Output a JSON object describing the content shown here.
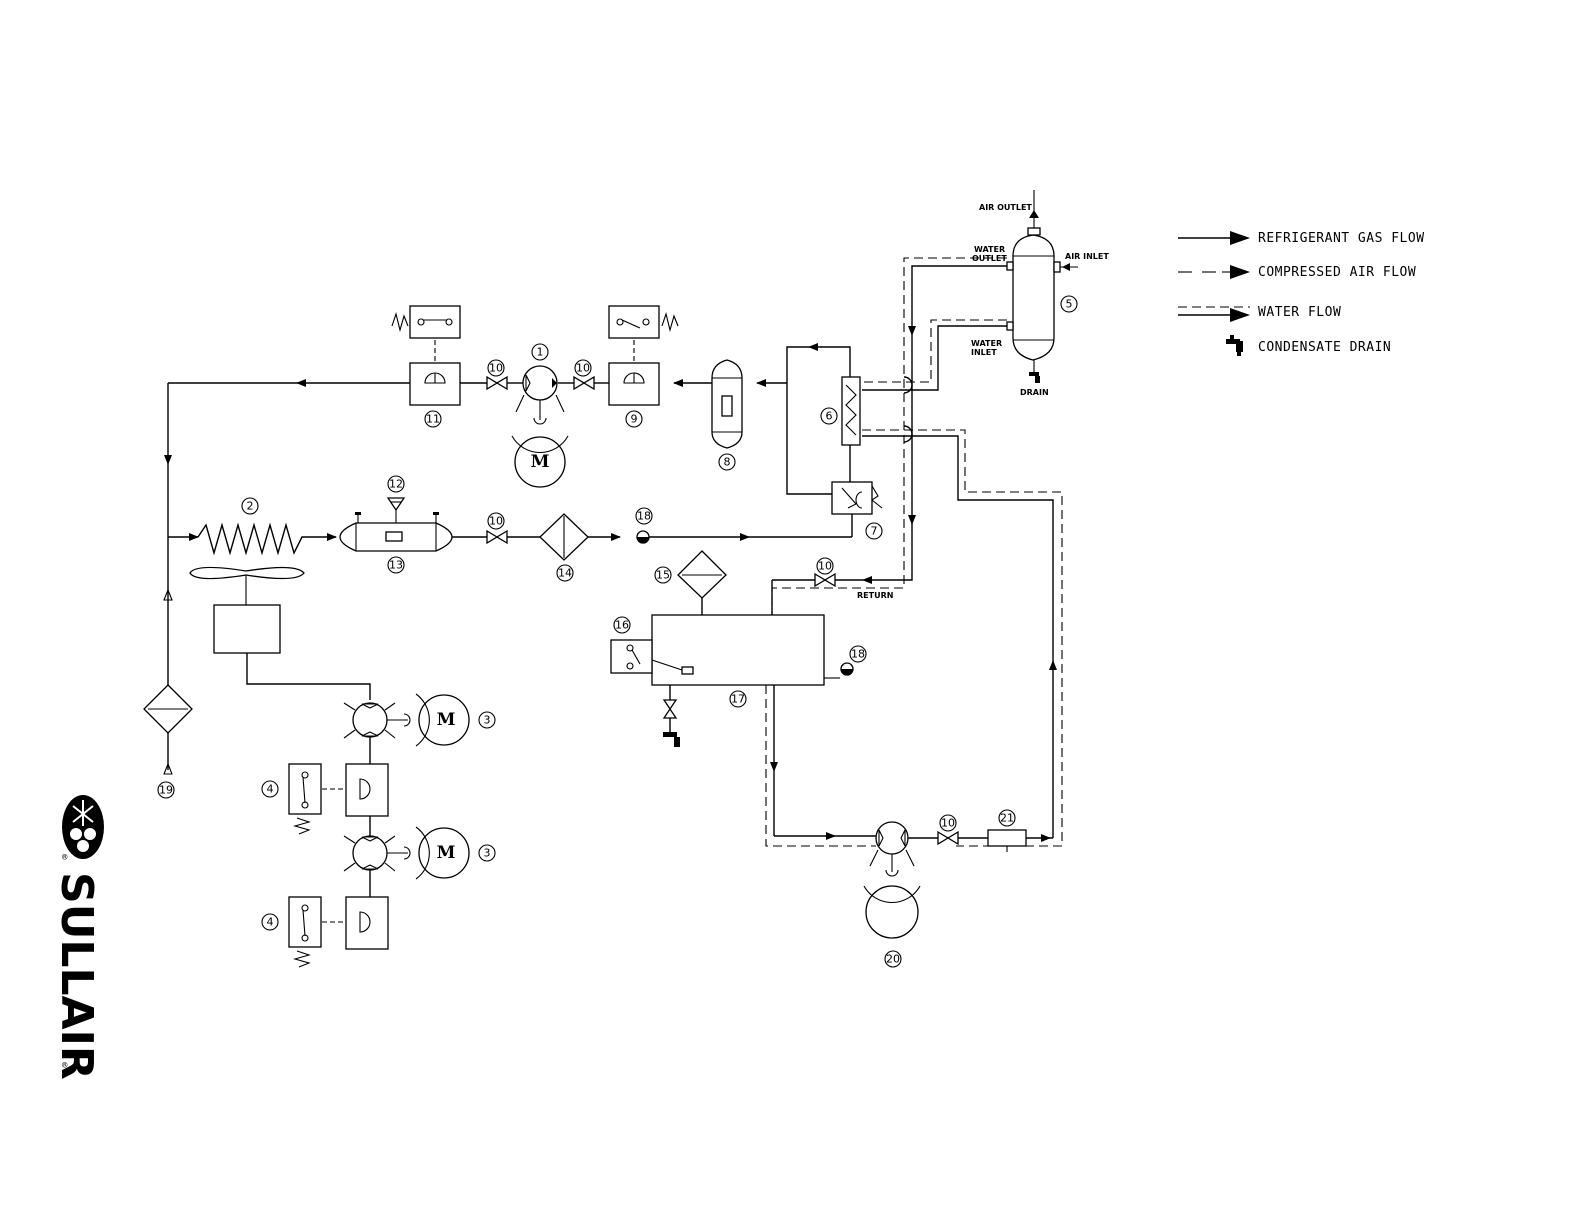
{
  "legend": {
    "refrigerant_gas_flow": "REFRIGERANT GAS FLOW",
    "compressed_air_flow": "COMPRESSED AIR FLOW",
    "water_flow": "WATER FLOW",
    "condensate_drain": "CONDENSATE DRAIN"
  },
  "labels": {
    "air_outlet": "AIR OUTLET",
    "air_inlet": "AIR INLET",
    "water_outlet_1": "WATER",
    "water_outlet_2": "OUTLET",
    "water_inlet_1": "WATER",
    "water_inlet_2": "INLET",
    "drain": "DRAIN",
    "return": "RETURN"
  },
  "motor_letter": "M",
  "numbers": {
    "n1": "1",
    "n2": "2",
    "n3a": "3",
    "n3b": "3",
    "n4a": "4",
    "n4b": "4",
    "n5": "5",
    "n6": "6",
    "n7": "7",
    "n8": "8",
    "n9": "9",
    "n10a": "10",
    "n10b": "10",
    "n10c": "10",
    "n10d": "10",
    "n10e": "10",
    "n11": "11",
    "n12": "12",
    "n13": "13",
    "n14": "14",
    "n15": "15",
    "n16": "16",
    "n17": "17",
    "n18a": "18",
    "n18b": "18",
    "n19": "19",
    "n20": "20",
    "n21": "21"
  },
  "logo": {
    "brand": "SULLAIR",
    "registered": "®"
  }
}
